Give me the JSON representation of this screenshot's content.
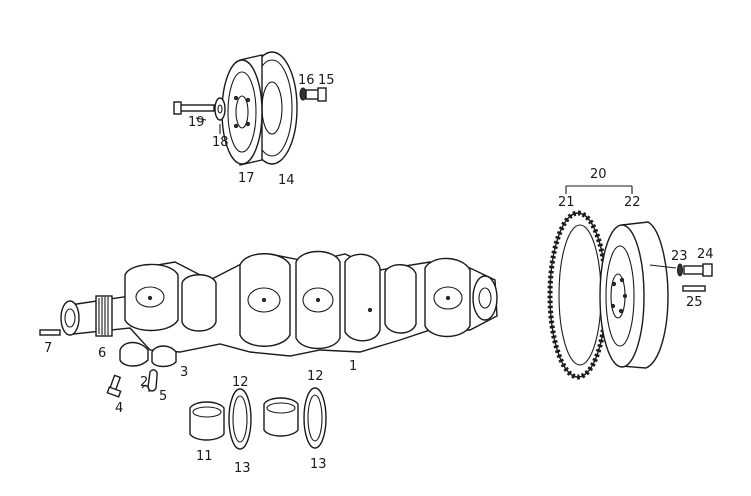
{
  "labels": {
    "l1": "1",
    "l2": "2",
    "l3": "3",
    "l4": "4",
    "l5": "5",
    "l6": "6",
    "l7": "7",
    "l11": "11",
    "l12a": "12",
    "l12b": "12",
    "l13a": "13",
    "l13b": "13",
    "l14": "14",
    "l15": "15",
    "l16": "16",
    "l17": "17",
    "l18": "18",
    "l19": "19",
    "l20": "20",
    "l21": "21",
    "l22": "22",
    "l23": "23",
    "l24": "24",
    "l25": "25"
  }
}
